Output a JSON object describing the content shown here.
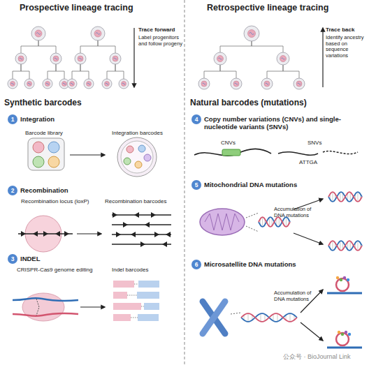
{
  "diagram": {
    "nodes": [
      {
        "text": [
          "1",
          "Integration"
        ]
      },
      {
        "text": [
          "2",
          "Recombination"
        ]
      },
      {
        "text": [
          "3",
          "INDEL"
        ]
      },
      {
        "text": [
          "4",
          "Copy number variations (CNVs) and single-nucleotide variants (SNVs)"
        ]
      },
      {
        "text": [
          "5",
          "Mitochondrial DNA mutations"
        ]
      },
      {
        "text": [
          "6",
          "Microsatellite DNA mutations"
        ]
      }
    ],
    "labels": [
      "Prospective lineage tracing",
      "Trace forward",
      "Label progenitors and follow progeny",
      "Retrospective lineage tracing",
      "Trace back",
      "Identify ancestry based on sequence variations",
      "Synthetic barcodes",
      "Barcode library",
      "Integration barcodes",
      "Recombination locus (loxP)",
      "Recombination barcodes",
      "CRISPR-Cas9 genome editing",
      "Indel barcodes",
      "Natural barcodes (mutations)",
      "CNVs",
      "SNVs",
      "ATTGA",
      "Accumulation of DNA mutations",
      "Accumulation of DNA mutations",
      "公众号 · BioJournal Link"
    ]
  }
}
